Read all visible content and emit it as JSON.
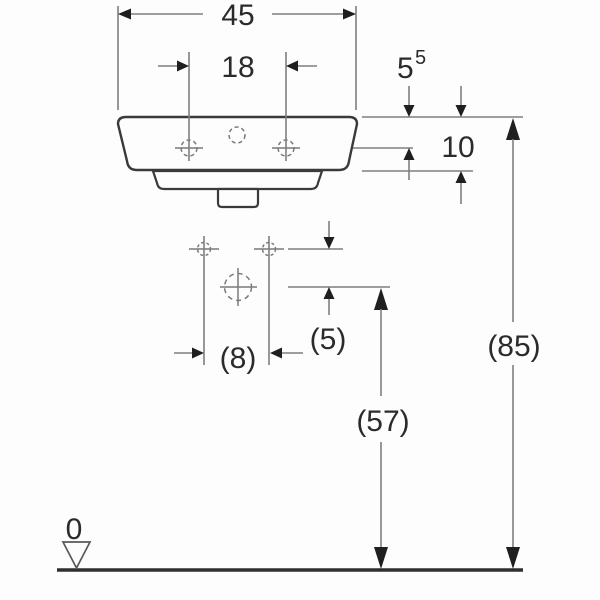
{
  "dims": {
    "width": {
      "label": "45"
    },
    "tap_spacing": {
      "label": "18"
    },
    "edge_to_tap": {
      "main": "5",
      "sup": "5"
    },
    "apron_height": {
      "label": "10"
    },
    "fixing_spacing": {
      "label": "(8)"
    },
    "fixing_to_outlet": {
      "label": "(5)"
    },
    "outlet_height": {
      "label": "(57)"
    },
    "rim_height": {
      "label": "(85)"
    },
    "datum": {
      "label": "0"
    }
  },
  "colors": {
    "background": "#fdfdfd",
    "outline": "#3a3a3a",
    "dimension_line": "#7f7f7f",
    "arrow_and_text": "#1f1f1f",
    "floor_line": "#2f2f2f"
  }
}
